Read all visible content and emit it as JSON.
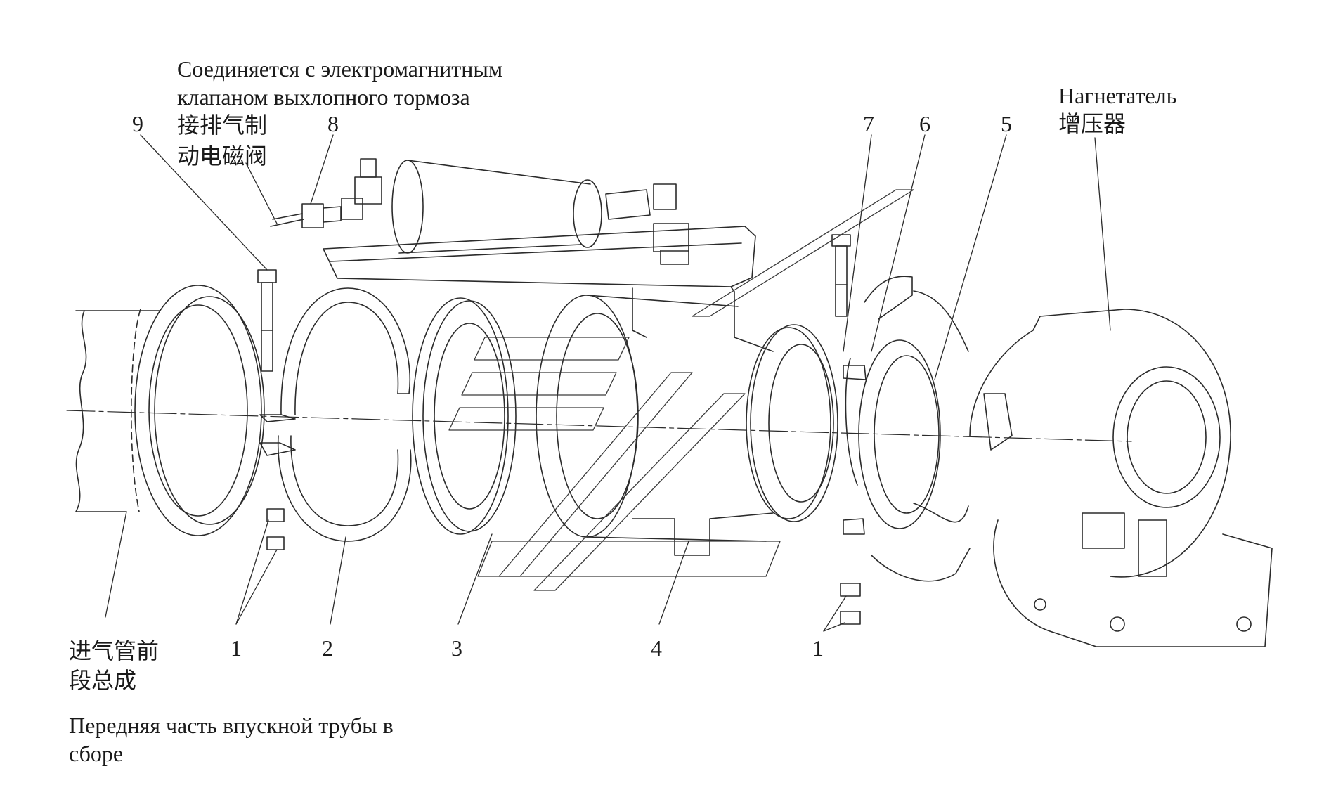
{
  "labels": {
    "solenoid_ru_line1": "Соединяется с электромагнитным",
    "solenoid_ru_line2": "клапаном выхлопного тормоза",
    "solenoid_cn_line1": "接排气制",
    "solenoid_cn_line2": "动电磁阀",
    "turbo_ru": "Нагнетатель",
    "turbo_cn": "增压器",
    "intake_cn_line1": "进气管前",
    "intake_cn_line2": "段总成",
    "intake_ru_line1": "Передняя часть впускной трубы в",
    "intake_ru_line2": "сборе"
  },
  "callouts": {
    "n9": "9",
    "n8": "8",
    "n7": "7",
    "n6": "6",
    "n5": "5",
    "n1_left": "1",
    "n2": "2",
    "n3": "3",
    "n4": "4",
    "n1_right": "1"
  },
  "colors": {
    "line": "#2b2b2b",
    "watermark": "#3a3a3a",
    "background": "#ffffff"
  }
}
